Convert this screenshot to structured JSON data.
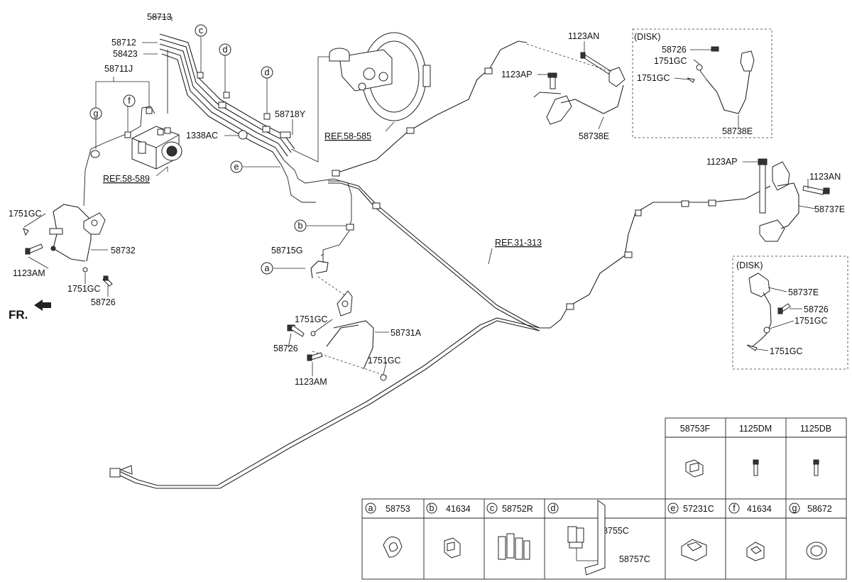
{
  "labels": {
    "p58713": "58713",
    "p58712": "58712",
    "p58423": "58423",
    "p58711J": "58711J",
    "p1338AC": "1338AC",
    "p58718Y": "58718Y",
    "ref58589": "REF.58-589",
    "ref58585": "REF.58-585",
    "ref31313": "REF.31-313",
    "p1751GC_a": "1751GC",
    "p1123AM_a": "1123AM",
    "p58732": "58732",
    "p1751GC_b": "1751GC",
    "p58726_a": "58726",
    "fr": "FR.",
    "p58715G": "58715G",
    "p1751GC_c": "1751GC",
    "p58731A": "58731A",
    "p58726_b": "58726",
    "p1751GC_d": "1751GC",
    "p1123AM_b": "1123AM",
    "p1123AN_a": "1123AN",
    "p1123AP_a": "1123AP",
    "p58738E_a": "58738E",
    "disk1": "(DISK)",
    "p58726_c": "58726",
    "p1751GC_e": "1751GC",
    "p1751GC_f": "1751GC",
    "p58738E_b": "58738E",
    "p1123AP_b": "1123AP",
    "p1123AN_b": "1123AN",
    "p58737E_a": "58737E",
    "disk2": "(DISK)",
    "p58737E_b": "58737E",
    "p58726_d": "58726",
    "p1751GC_g": "1751GC",
    "p1751GC_h": "1751GC"
  },
  "callouts": {
    "c1": "c",
    "d1": "d",
    "d2": "d",
    "g1": "g",
    "f1": "f",
    "e1": "e",
    "b1": "b",
    "a1": "a"
  },
  "table_top": {
    "headers": [
      "58753F",
      "1125DM",
      "1125DB"
    ]
  },
  "table_bottom": {
    "cells": [
      {
        "letter": "a",
        "part": "58753"
      },
      {
        "letter": "b",
        "part": "41634"
      },
      {
        "letter": "c",
        "part": "58752R"
      },
      {
        "letter": "d",
        "part": ""
      },
      {
        "letter": "e",
        "part": "57231C"
      },
      {
        "letter": "f",
        "part": "41634"
      },
      {
        "letter": "g",
        "part": "58672"
      }
    ],
    "d_parts": [
      "58755C",
      "58757C"
    ]
  }
}
